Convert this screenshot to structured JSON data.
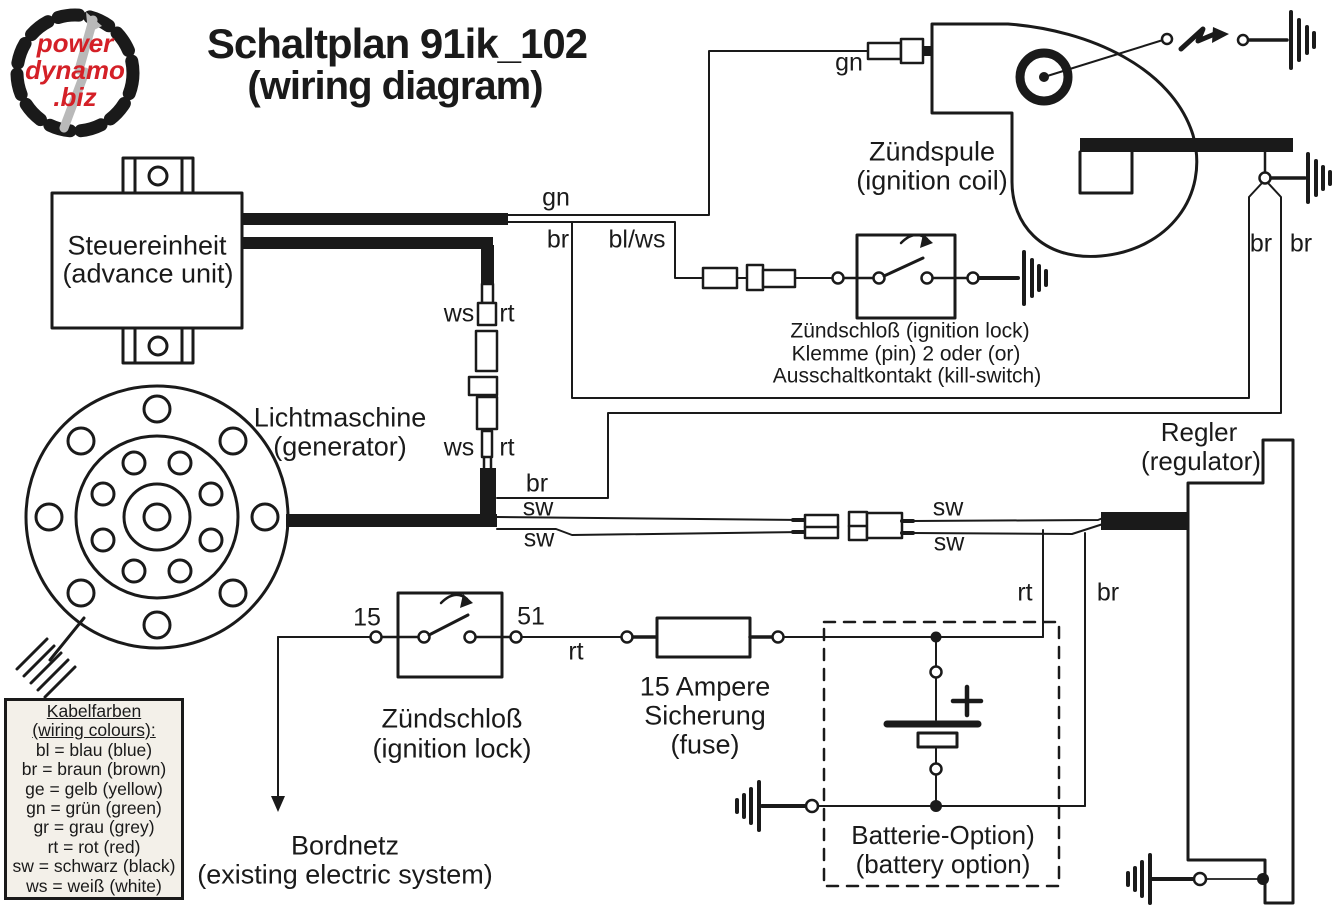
{
  "logo": {
    "line1": "power",
    "line2": "dynamo",
    "line3": ".biz"
  },
  "title": {
    "line1": "Schaltplan 91ik_102",
    "line2": "(wiring diagram)"
  },
  "components": {
    "advance_unit": {
      "de": "Steuereinheit",
      "en": "(advance unit)"
    },
    "generator": {
      "de": "Lichtmaschine",
      "en": "(generator)"
    },
    "ignition_coil": {
      "de": "Zündspule",
      "en": "(ignition coil)"
    },
    "regulator": {
      "de": "Regler",
      "en": "(regulator)"
    },
    "ignition_lock": {
      "de": "Zündschloß",
      "en": "(ignition lock)"
    },
    "fuse": {
      "l1": "15 Ampere",
      "l2": "Sicherung",
      "l3": "(fuse)"
    },
    "battery": {
      "de": "Batterie-Option)",
      "en": "(battery option)"
    },
    "bordnetz": {
      "de": "Bordnetz",
      "en": "(existing electric system)"
    },
    "kill_note": {
      "l1": "Zündschloß (ignition lock)",
      "l2": "Klemme (pin) 2 oder (or)",
      "l3": "Ausschaltkontakt (kill-switch)"
    }
  },
  "wire_labels": {
    "gn_top": "gn",
    "br_top": "br",
    "blws": "bl/ws",
    "gn_coil": "gn",
    "ws_upper": "ws",
    "rt_upper": "rt",
    "ws_lower": "ws",
    "rt_lower": "rt",
    "br_gen": "br",
    "sw_gen_top": "sw",
    "sw_gen_bottom": "sw",
    "sw_reg_top": "sw",
    "sw_reg_bottom": "sw",
    "br_coil_left": "br",
    "br_coil_right": "br",
    "rt_reg": "rt",
    "br_reg": "br",
    "rt_fuse": "rt"
  },
  "terminals": {
    "t15": "15",
    "t51": "51",
    "plus": "+"
  },
  "legend": {
    "title": "Kabelfarben",
    "subtitle": "(wiring colours):",
    "entries": [
      "bl = blau (blue)",
      "br = braun (brown)",
      "ge = gelb (yellow)",
      "gn = grün (green)",
      "gr = grau (grey)",
      "rt = rot (red)",
      "sw = schwarz (black)",
      "ws = weiß (white)"
    ]
  },
  "colors": {
    "line": "#1a1a1a",
    "logo_red": "#d42027",
    "legend_bg": "#f3f0e9",
    "arrow_grey": "#b9b9b9"
  }
}
